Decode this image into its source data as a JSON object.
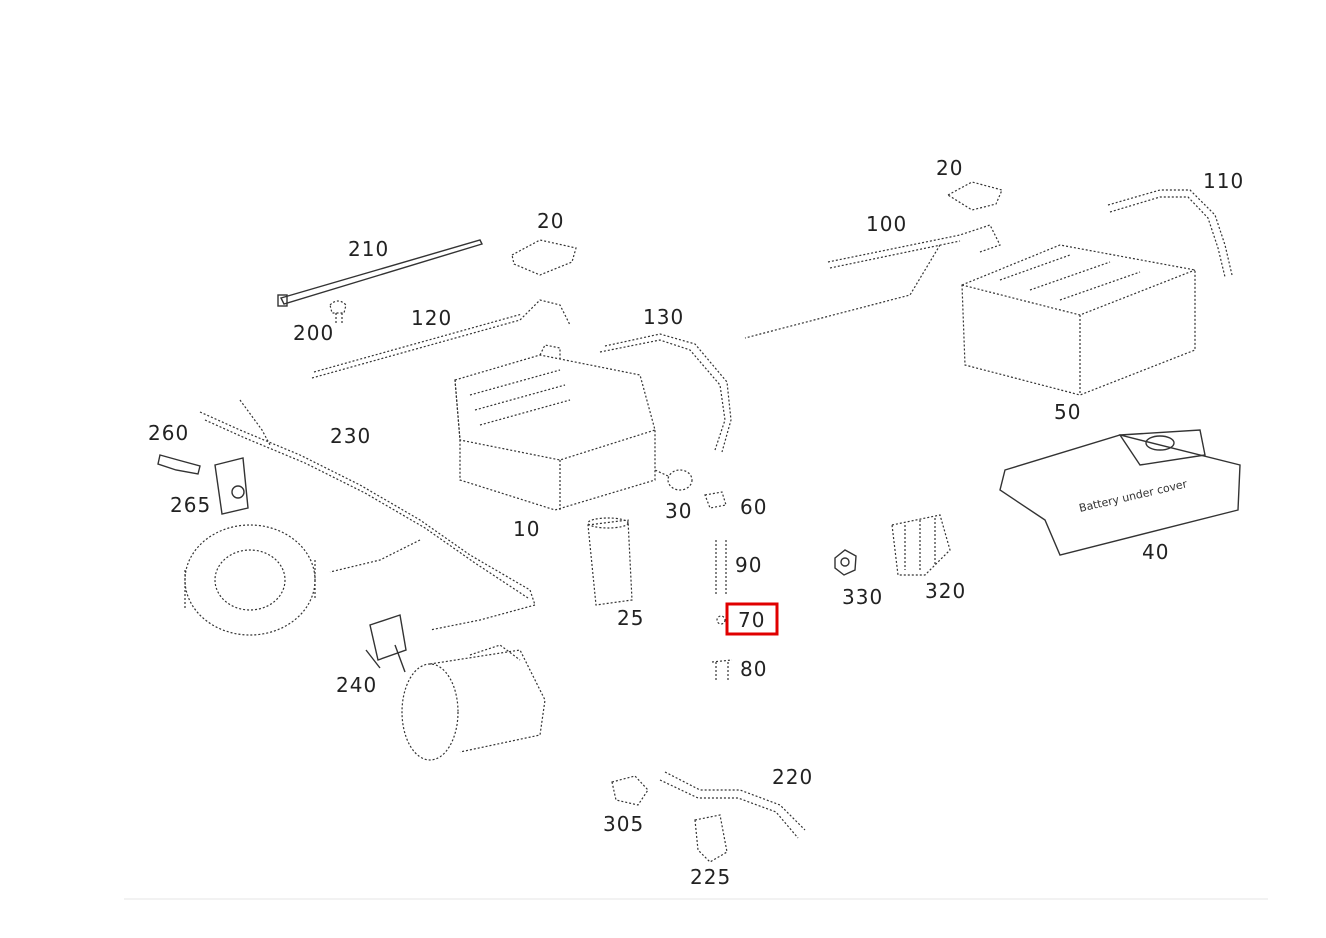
{
  "diagram": {
    "labels": {
      "l10": "10",
      "l20a": "20",
      "l20b": "20",
      "l25": "25",
      "l30": "30",
      "l40": "40",
      "l50": "50",
      "l60": "60",
      "l70": "70",
      "l80": "80",
      "l90": "90",
      "l100": "100",
      "l110": "110",
      "l120": "120",
      "l130": "130",
      "l200": "200",
      "l210": "210",
      "l220": "220",
      "l225": "225",
      "l230": "230",
      "l240": "240",
      "l260": "260",
      "l265": "265",
      "l305": "305",
      "l320": "320",
      "l330": "330"
    },
    "cover_text": "Battery under cover",
    "highlighted_part": "70",
    "highlight_color": "#e00000"
  }
}
